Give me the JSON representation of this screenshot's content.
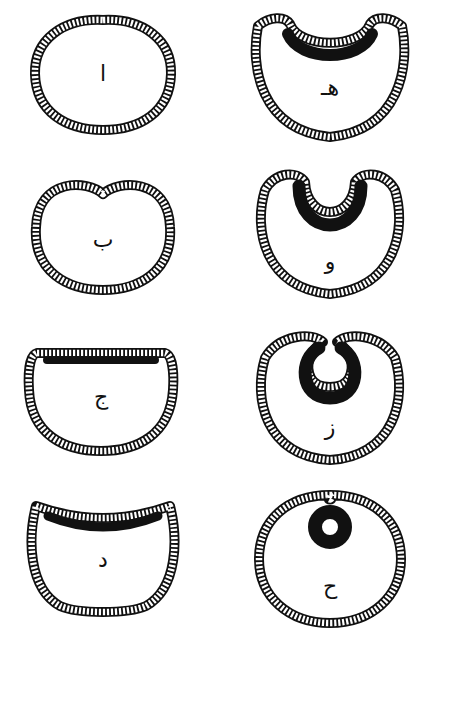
{
  "diagram": {
    "nodes": [
      {
        "text": [
          "ا"
        ]
      },
      {
        "text": [
          "ب"
        ]
      },
      {
        "text": [
          "ج"
        ]
      },
      {
        "text": [
          "د"
        ]
      },
      {
        "text": [
          "هـ"
        ]
      },
      {
        "text": [
          "و"
        ]
      },
      {
        "text": [
          "ز"
        ]
      },
      {
        "text": [
          "ح"
        ]
      }
    ]
  }
}
